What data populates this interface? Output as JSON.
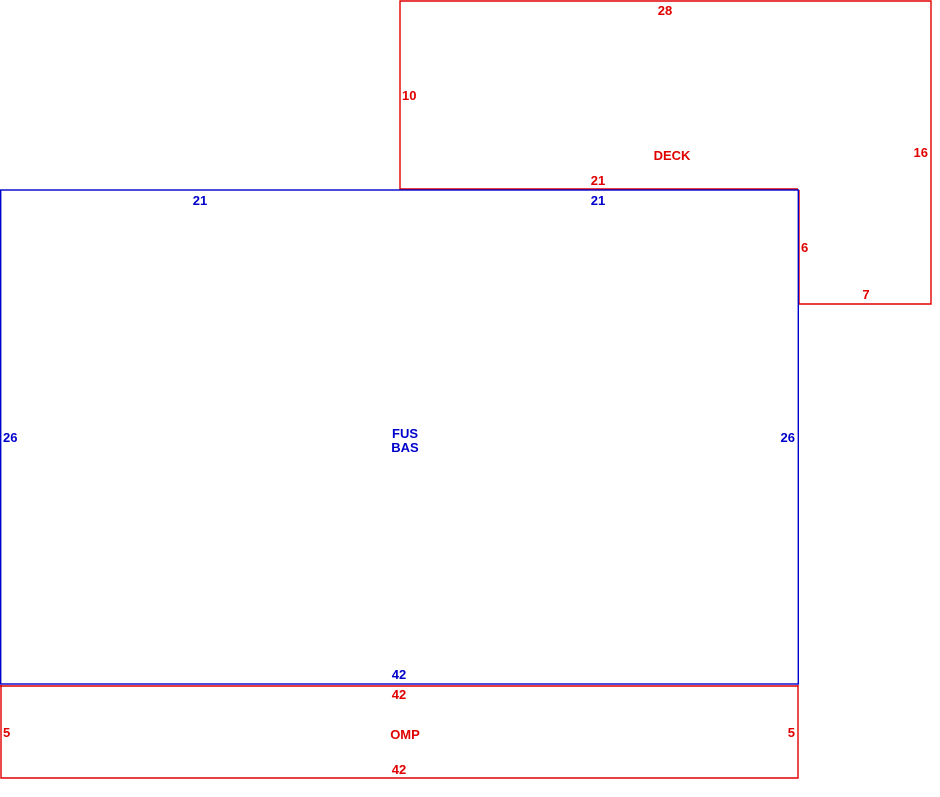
{
  "colors": {
    "red": "#e00000",
    "blue": "#0000cc",
    "background": "#ffffff"
  },
  "deck": {
    "name": "DECK",
    "top": "28",
    "left": "10",
    "right": "16",
    "bottom_attached": "21",
    "right_lower": "6",
    "bottom_step": "7"
  },
  "main_room": {
    "name_line1": "FUS",
    "name_line2": "BAS",
    "top_left": "21",
    "top_right": "21",
    "left": "26",
    "right": "26",
    "bottom": "42"
  },
  "omp": {
    "name": "OMP",
    "top": "42",
    "left": "5",
    "right": "5",
    "bottom": "42"
  }
}
